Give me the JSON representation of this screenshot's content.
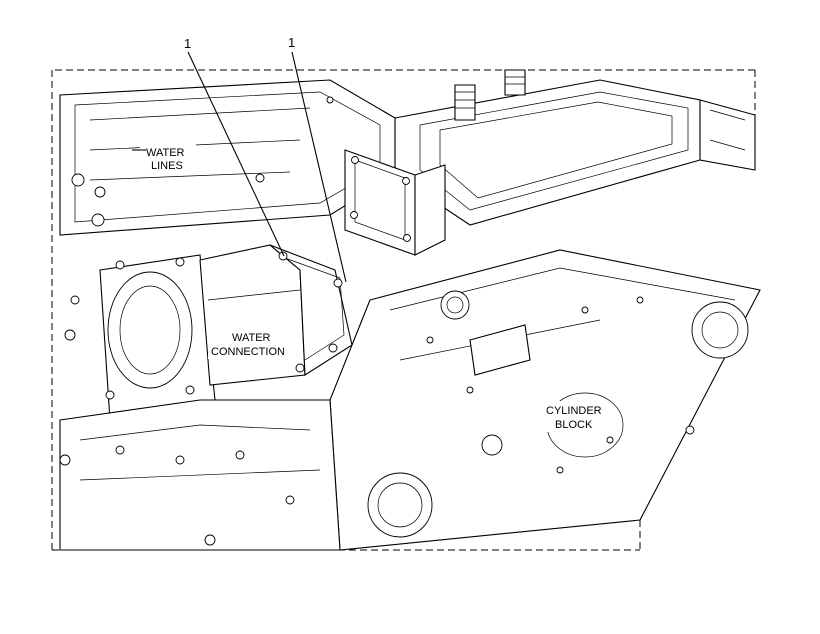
{
  "callouts": [
    "1",
    "1"
  ],
  "labels": {
    "water_lines": [
      "WATER",
      "LINES"
    ],
    "water_connection": [
      "WATER",
      "CONNECTION"
    ],
    "cylinder_block": [
      "CYLINDER",
      "BLOCK"
    ]
  }
}
